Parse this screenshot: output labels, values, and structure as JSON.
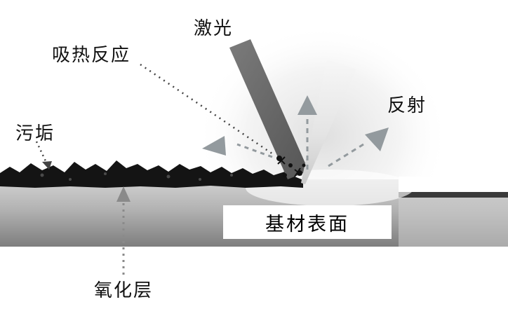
{
  "diagram": {
    "title": "laser-cleaning-schematic",
    "labels": {
      "laser": "激光",
      "heat_absorption": "吸热反应",
      "reflection": "反射",
      "dirt": "污垢",
      "substrate_surface": "基材表面",
      "oxide_layer": "氧化层"
    },
    "colors": {
      "background": "#ffffff",
      "laser_beam": "#656565",
      "reflected_beam": "#ececec",
      "substrate_top": "#d2d2d2",
      "substrate_bottom": "#7e7e7e",
      "dirt_layer": "#141414",
      "arrow": "#939a9e",
      "leader_line": "#444444",
      "oxide_arrow": "#8a8a8a"
    }
  }
}
